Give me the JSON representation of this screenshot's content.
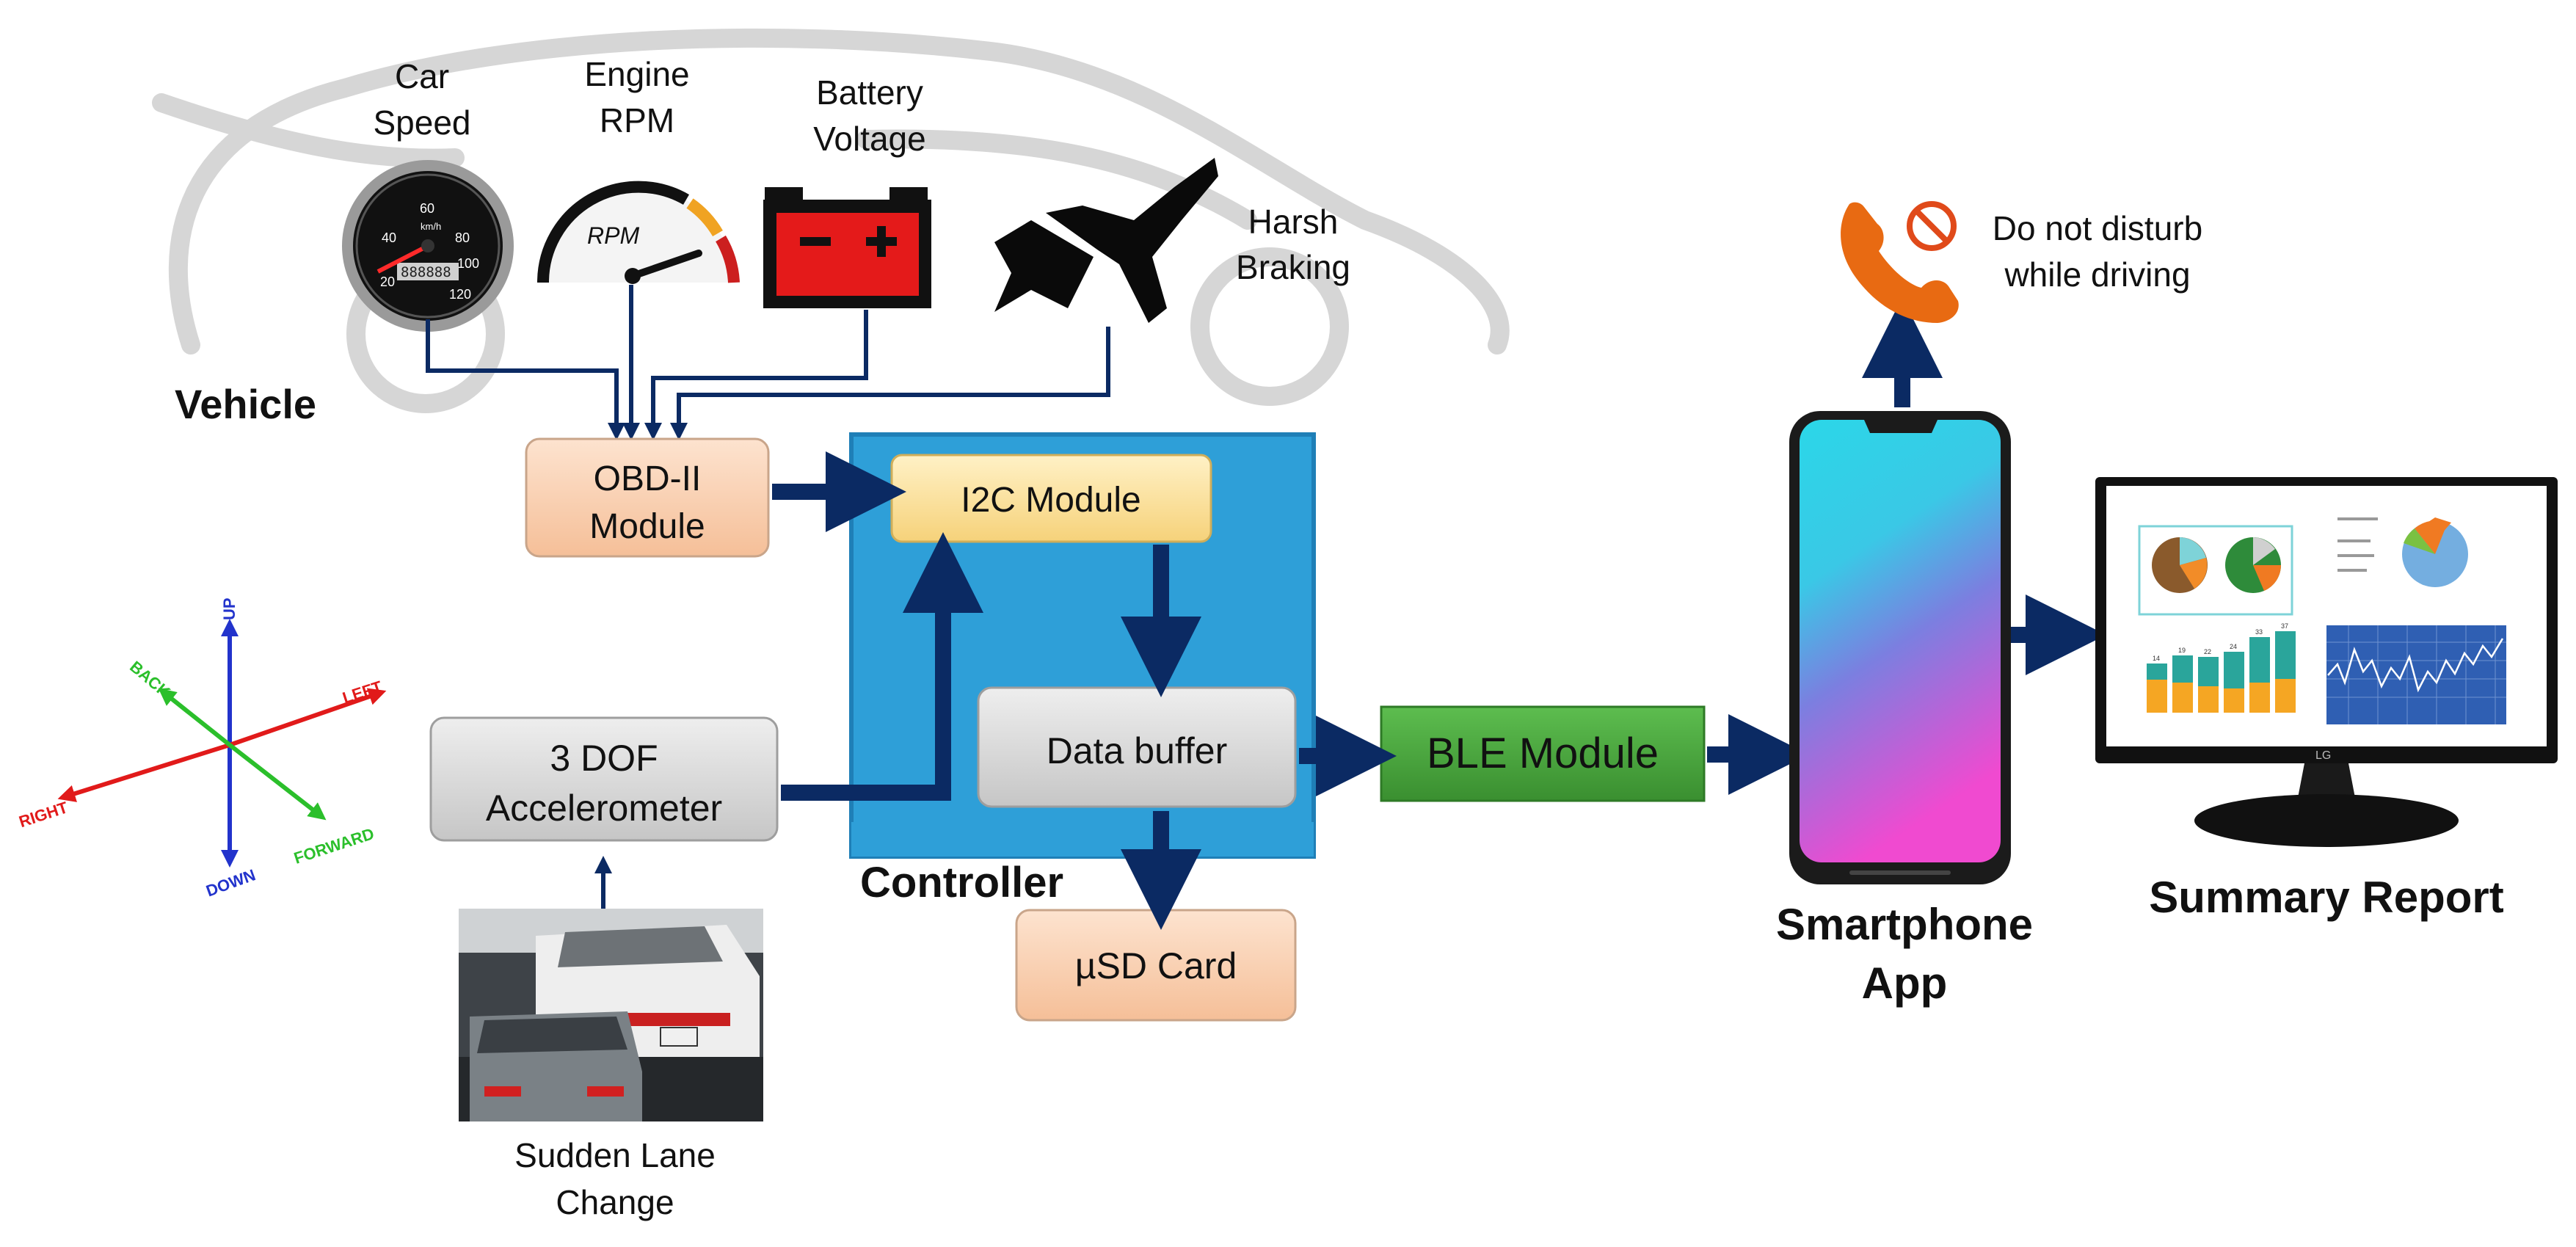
{
  "labels": {
    "car_speed": [
      "Car",
      "Speed"
    ],
    "engine_rpm": [
      "Engine",
      "RPM"
    ],
    "battery_voltage": [
      "Battery",
      "Voltage"
    ],
    "harsh_braking": [
      "Harsh",
      "Braking"
    ],
    "do_not_disturb": [
      "Do not disturb",
      "while driving"
    ],
    "vehicle": "Vehicle",
    "obd": [
      "OBD-II",
      "Module"
    ],
    "i2c": "I2C Module",
    "accelerometer": [
      "3 DOF",
      "Accelerometer"
    ],
    "data_buffer": "Data buffer",
    "ble": "BLE Module",
    "controller": "Controller",
    "usd": "µSD Card",
    "smartphone": [
      "Smartphone",
      "App"
    ],
    "summary": "Summary Report",
    "lane_change": [
      "Sudden Lane",
      "Change"
    ],
    "rpm_gauge": "RPM",
    "speed_unit": "km/h",
    "speed_ticks": [
      "20",
      "40",
      "60",
      "80",
      "100",
      "120"
    ],
    "speed_odometer": "888888",
    "axes": {
      "up": "UP",
      "down": "DOWN",
      "left": "LEFT",
      "right": "RIGHT",
      "back": "BACK",
      "forward": "FORWARD"
    },
    "monitor_brand": "LG",
    "bar_value_labels": [
      "14",
      "19",
      "22",
      "24",
      "33",
      "37"
    ]
  },
  "colors": {
    "arrow": "#0b2a63",
    "controller": "#2e9fd8",
    "orange_block": "#f9d1b4",
    "i2c_block": "#fbe3a4",
    "grey_block": "#d8d8d8",
    "ble_block": "#49a63d",
    "axis_red": "#e11a1a",
    "axis_green": "#2bbf2b",
    "axis_blue": "#2233cc",
    "phone_icon": "#e86a12"
  },
  "icons": [
    "speedometer-icon",
    "rpm-gauge-icon",
    "battery-icon",
    "brake-pedal-icon",
    "phone-icon",
    "no-entry-icon",
    "smartphone-icon",
    "monitor-icon",
    "traffic-photo"
  ]
}
